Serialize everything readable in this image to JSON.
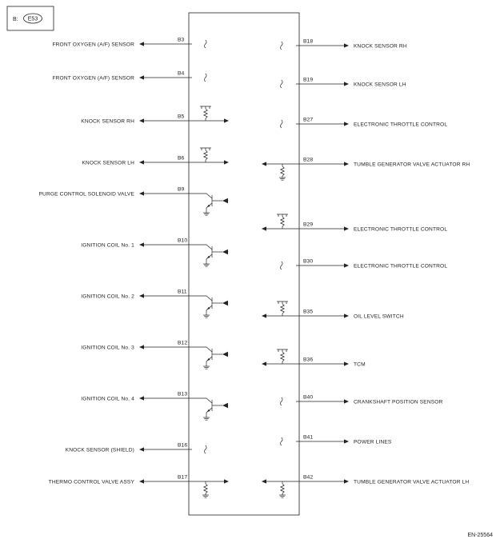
{
  "header": {
    "prefix": "B:",
    "connector": "E53"
  },
  "footer": {
    "code": "EN-25564"
  },
  "left_pins": [
    {
      "pin": "B3",
      "label": "FRONT OXYGEN (A/F) SENSOR",
      "kind": "wavy"
    },
    {
      "pin": "B4",
      "label": "FRONT OXYGEN (A/F) SENSOR",
      "kind": "wavy"
    },
    {
      "pin": "B5",
      "label": "KNOCK SENSOR RH",
      "kind": "resistor-io"
    },
    {
      "pin": "B6",
      "label": "KNOCK SENSOR LH",
      "kind": "resistor-io"
    },
    {
      "pin": "B9",
      "label": "PURGE CONTROL SOLENOID VALVE",
      "kind": "transistor"
    },
    {
      "pin": "B10",
      "label": "IGNITION COIL No. 1",
      "kind": "transistor"
    },
    {
      "pin": "B11",
      "label": "IGNITION COIL No. 2",
      "kind": "transistor"
    },
    {
      "pin": "B12",
      "label": "IGNITION COIL No. 3",
      "kind": "transistor"
    },
    {
      "pin": "B13",
      "label": "IGNITION COIL No. 4",
      "kind": "transistor"
    },
    {
      "pin": "B16",
      "label": "KNOCK SENSOR (SHIELD)",
      "kind": "wavy"
    },
    {
      "pin": "B17",
      "label": "THERMO CONTROL VALVE ASSY",
      "kind": "resistor-bi"
    }
  ],
  "right_pins": [
    {
      "pin": "B18",
      "label": "KNOCK SENSOR RH",
      "kind": "wavy"
    },
    {
      "pin": "B19",
      "label": "KNOCK SENSOR LH",
      "kind": "wavy"
    },
    {
      "pin": "B27",
      "label": "ELECTRONIC THROTTLE CONTROL",
      "kind": "wavy"
    },
    {
      "pin": "B28",
      "label": "TUMBLE GENERATOR VALVE ACTUATOR RH",
      "kind": "resistor-down"
    },
    {
      "pin": "B29",
      "label": "ELECTRONIC THROTTLE CONTROL",
      "kind": "resistor-up"
    },
    {
      "pin": "B30",
      "label": "ELECTRONIC THROTTLE CONTROL",
      "kind": "wavy"
    },
    {
      "pin": "B35",
      "label": "OIL LEVEL SWITCH",
      "kind": "resistor-up"
    },
    {
      "pin": "B36",
      "label": "TCM",
      "kind": "resistor-up"
    },
    {
      "pin": "B40",
      "label": "CRANKSHAFT POSITION SENSOR",
      "kind": "wavy"
    },
    {
      "pin": "B41",
      "label": "POWER LINES",
      "kind": "wavy"
    },
    {
      "pin": "B42",
      "label": "TUMBLE GENERATOR VALVE ACTUATOR LH",
      "kind": "resistor-down"
    }
  ]
}
